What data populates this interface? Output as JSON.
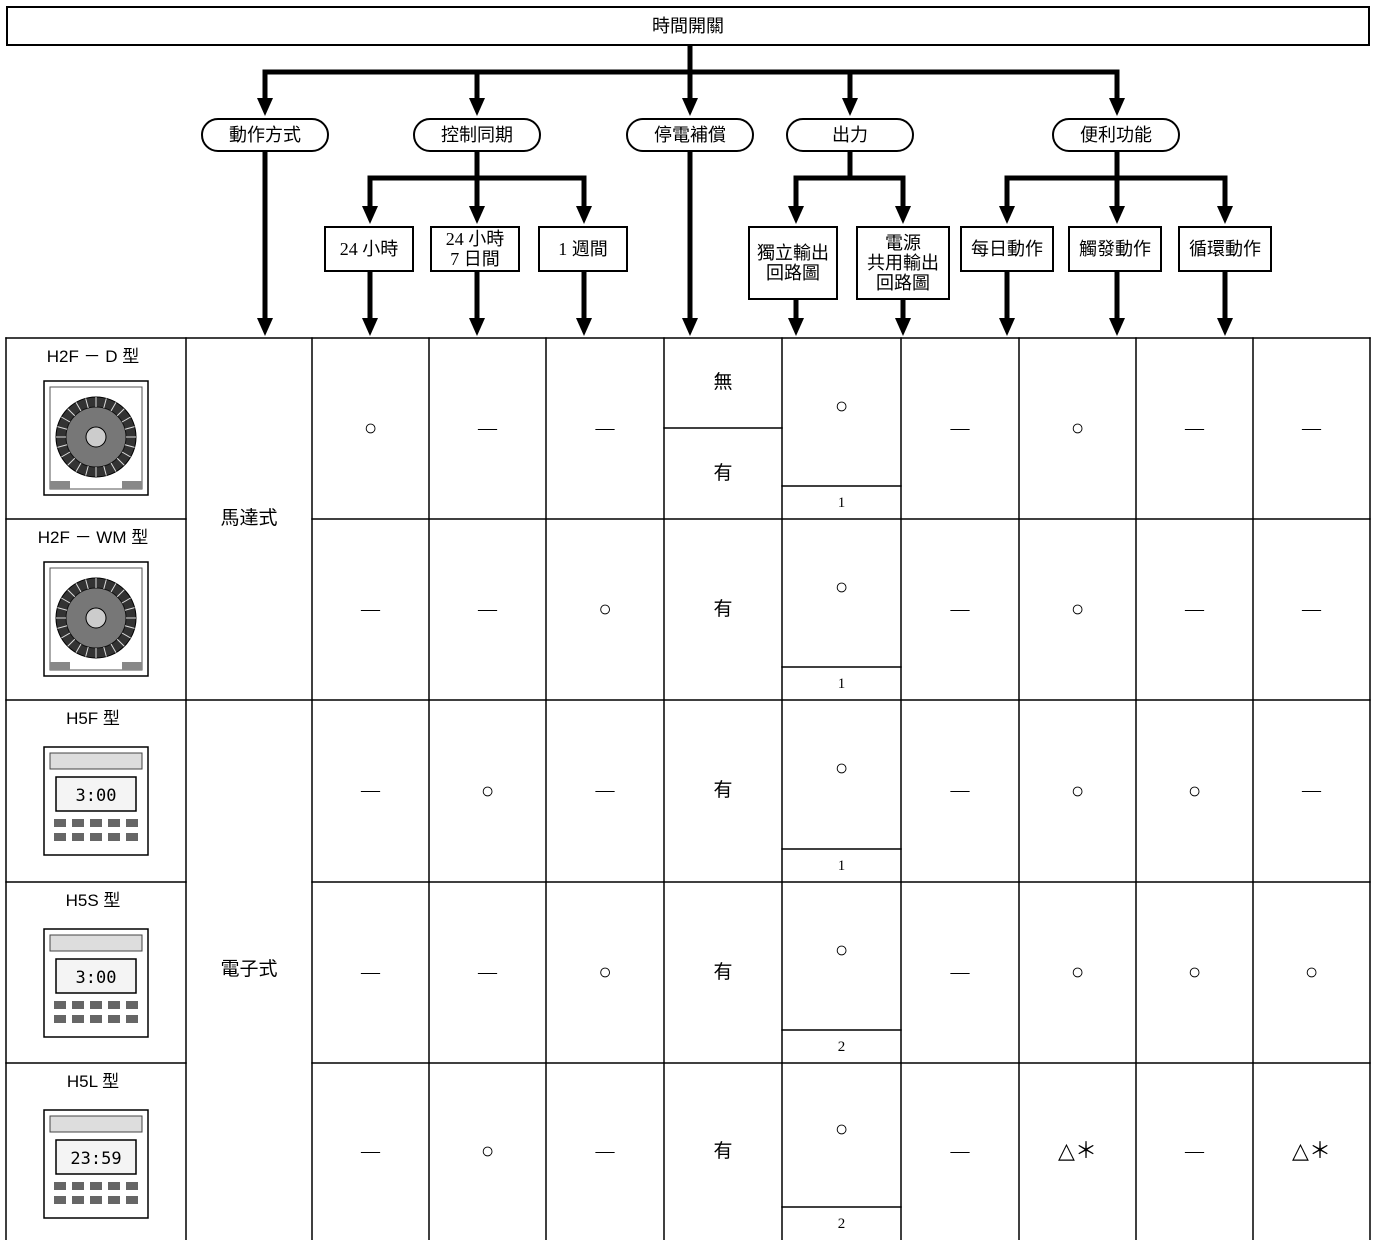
{
  "title": "時間開關",
  "categories": [
    {
      "key": "action",
      "label": "動作方式"
    },
    {
      "key": "sync",
      "label": "控制同期"
    },
    {
      "key": "backup",
      "label": "停電補償"
    },
    {
      "key": "output",
      "label": "出力"
    },
    {
      "key": "func",
      "label": "便利功能"
    }
  ],
  "subcategories": {
    "sync": [
      "24 小時",
      "24 小時\n7 日間",
      "1 週間"
    ],
    "output": [
      "獨立輸出\n回路圖",
      "電源\n共用輸出\n回路圖"
    ],
    "func": [
      "每日動作",
      "觸發動作",
      "循環動作"
    ]
  },
  "action_types": [
    "馬達式",
    "電子式"
  ],
  "products": [
    {
      "model": "H2F － D 型",
      "device": "dial-timer-icon",
      "sync": [
        "○",
        "—",
        "—"
      ],
      "backup": [
        "無",
        "有"
      ],
      "output_independent": "○",
      "output_count": "1",
      "output_shared": "—",
      "func": [
        "○",
        "—",
        "—"
      ]
    },
    {
      "model": "H2F － WM 型",
      "device": "dial-timer-icon",
      "sync": [
        "—",
        "—",
        "○"
      ],
      "backup": [
        "有"
      ],
      "output_independent": "○",
      "output_count": "1",
      "output_shared": "—",
      "func": [
        "○",
        "—",
        "—"
      ]
    },
    {
      "model": "H5F 型",
      "device": "digital-timer-icon",
      "display": "3:00",
      "sync": [
        "—",
        "○",
        "—"
      ],
      "backup": [
        "有"
      ],
      "output_independent": "○",
      "output_count": "1",
      "output_shared": "—",
      "func": [
        "○",
        "○",
        "—"
      ]
    },
    {
      "model": "H5S 型",
      "device": "digital-timer-icon",
      "display": "3:00",
      "sync": [
        "—",
        "—",
        "○"
      ],
      "backup": [
        "有"
      ],
      "output_independent": "○",
      "output_count": "2",
      "output_shared": "—",
      "func": [
        "○",
        "○",
        "○"
      ]
    },
    {
      "model": "H5L 型",
      "device": "digital-timer-icon",
      "display": "23:59",
      "sync": [
        "—",
        "○",
        "—"
      ],
      "backup": [
        "有"
      ],
      "output_independent": "○",
      "output_count": "2",
      "output_shared": "—",
      "func": [
        "△＊",
        "—",
        "△＊"
      ]
    }
  ]
}
